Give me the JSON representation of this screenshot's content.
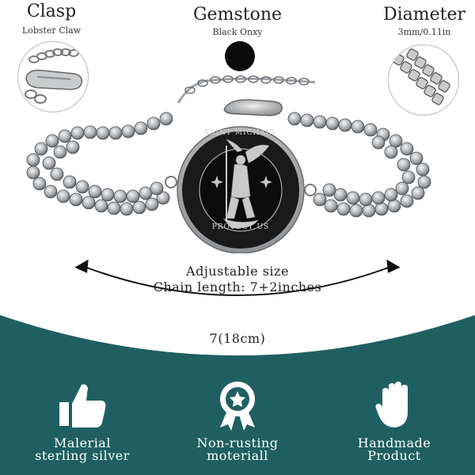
{
  "specs": {
    "clasp": {
      "title": "Clasp",
      "subtitle": "Lobster Claw"
    },
    "gemstone": {
      "title": "Gemstone",
      "subtitle": "Black Onxy",
      "color": "#0b0b0b"
    },
    "diameter": {
      "title": "Diameter",
      "subtitle": "3mm/0.11in"
    }
  },
  "medallion": {
    "top_text": "SAINT MICHAEL",
    "bottom_text": "PROTECT US"
  },
  "size_info": {
    "line1": "Adjustable size",
    "line2": "Chain length: 7+2inches",
    "measure": "7(18cm)"
  },
  "features": [
    {
      "icon": "thumbs-up-icon",
      "line1": "Malerial",
      "line2": "sterling silver"
    },
    {
      "icon": "award-ribbon-icon",
      "line1": "Non-rusting",
      "line2": "moteriall"
    },
    {
      "icon": "hand-icon",
      "line1": "Handmade",
      "line2": "Product"
    }
  ],
  "colors": {
    "teal": "#1f5f62",
    "silver": "#b9bcbf",
    "dark": "#111111"
  }
}
